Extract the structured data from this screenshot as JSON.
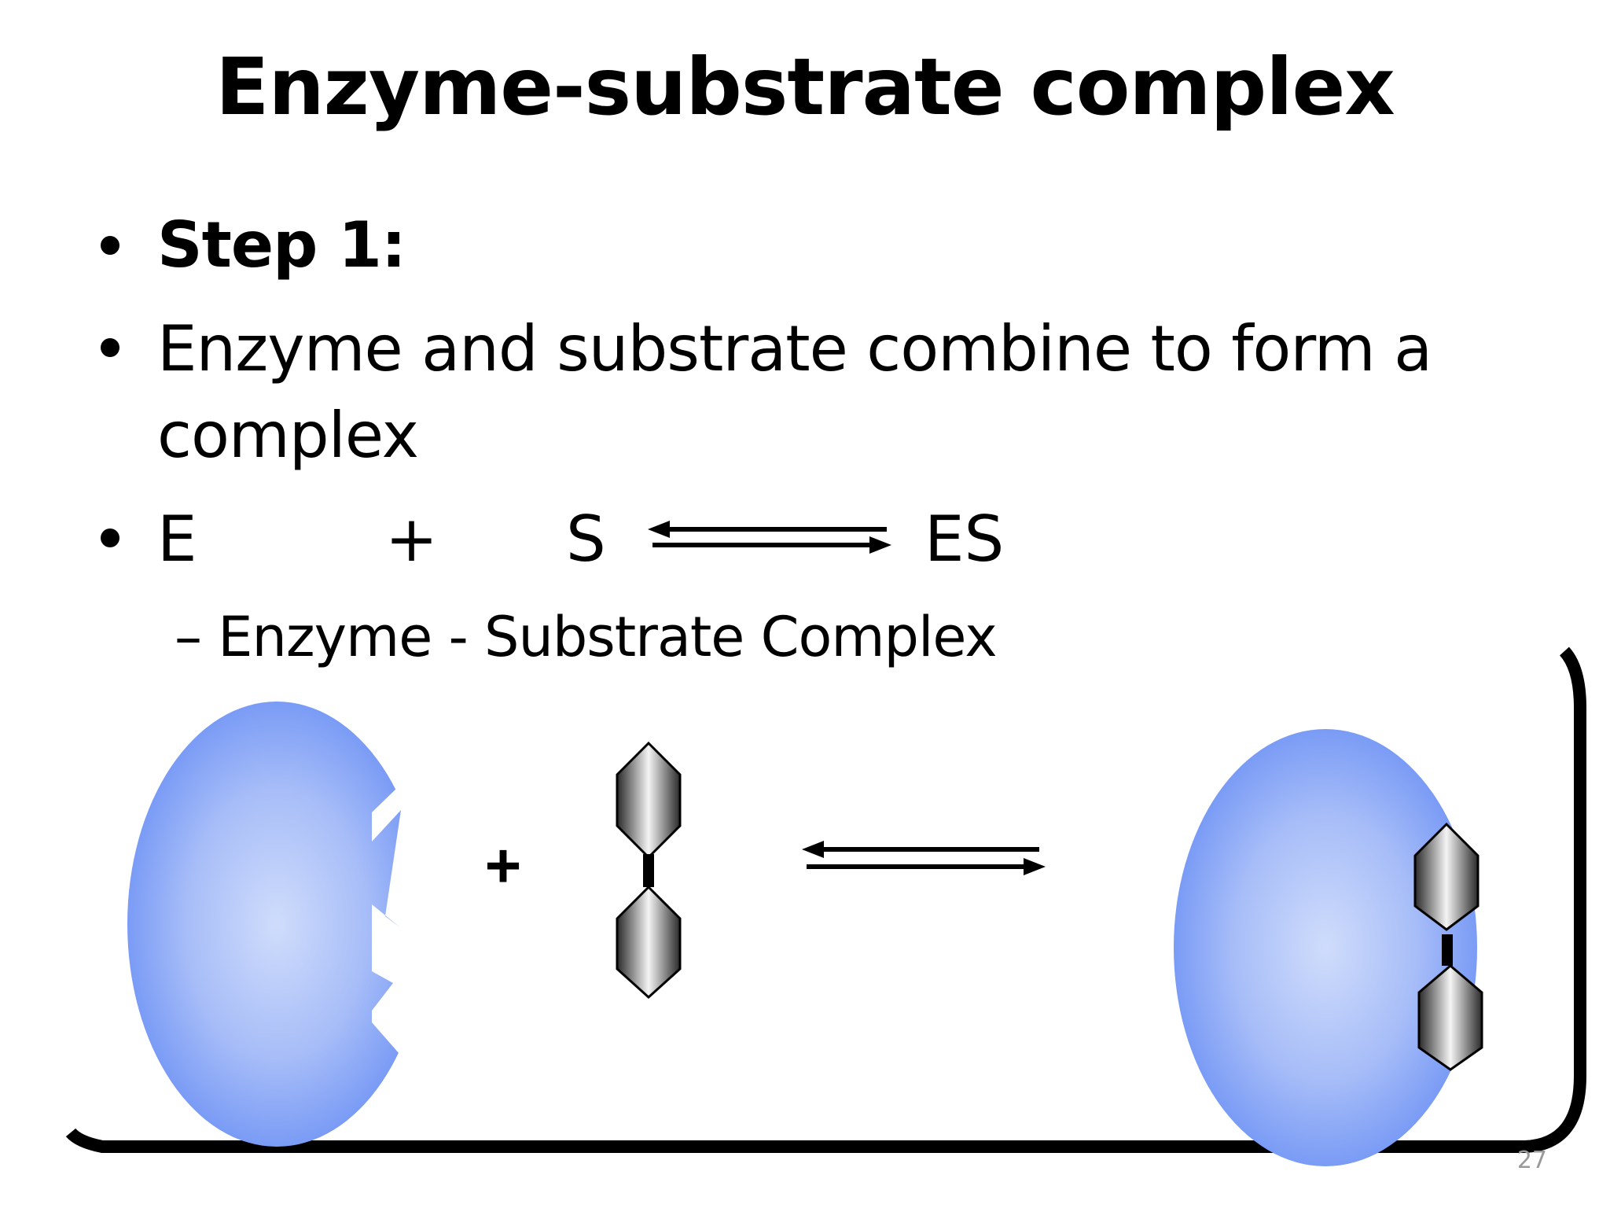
{
  "slide": {
    "title": "Enzyme-substrate complex",
    "bullets": {
      "step": "Step 1:",
      "desc_line1": "Enzyme and substrate combine to form a",
      "desc_line2": "complex",
      "eq_e": "E",
      "eq_plus": "+",
      "eq_s": "S",
      "eq_es": "ES",
      "sub_bullet": "– Enzyme - Substrate Complex"
    },
    "diagram": {
      "plus": "+",
      "enzyme_color": "#6f93f5",
      "enzyme_highlight": "#cfdcfb"
    },
    "page_number": "27"
  }
}
